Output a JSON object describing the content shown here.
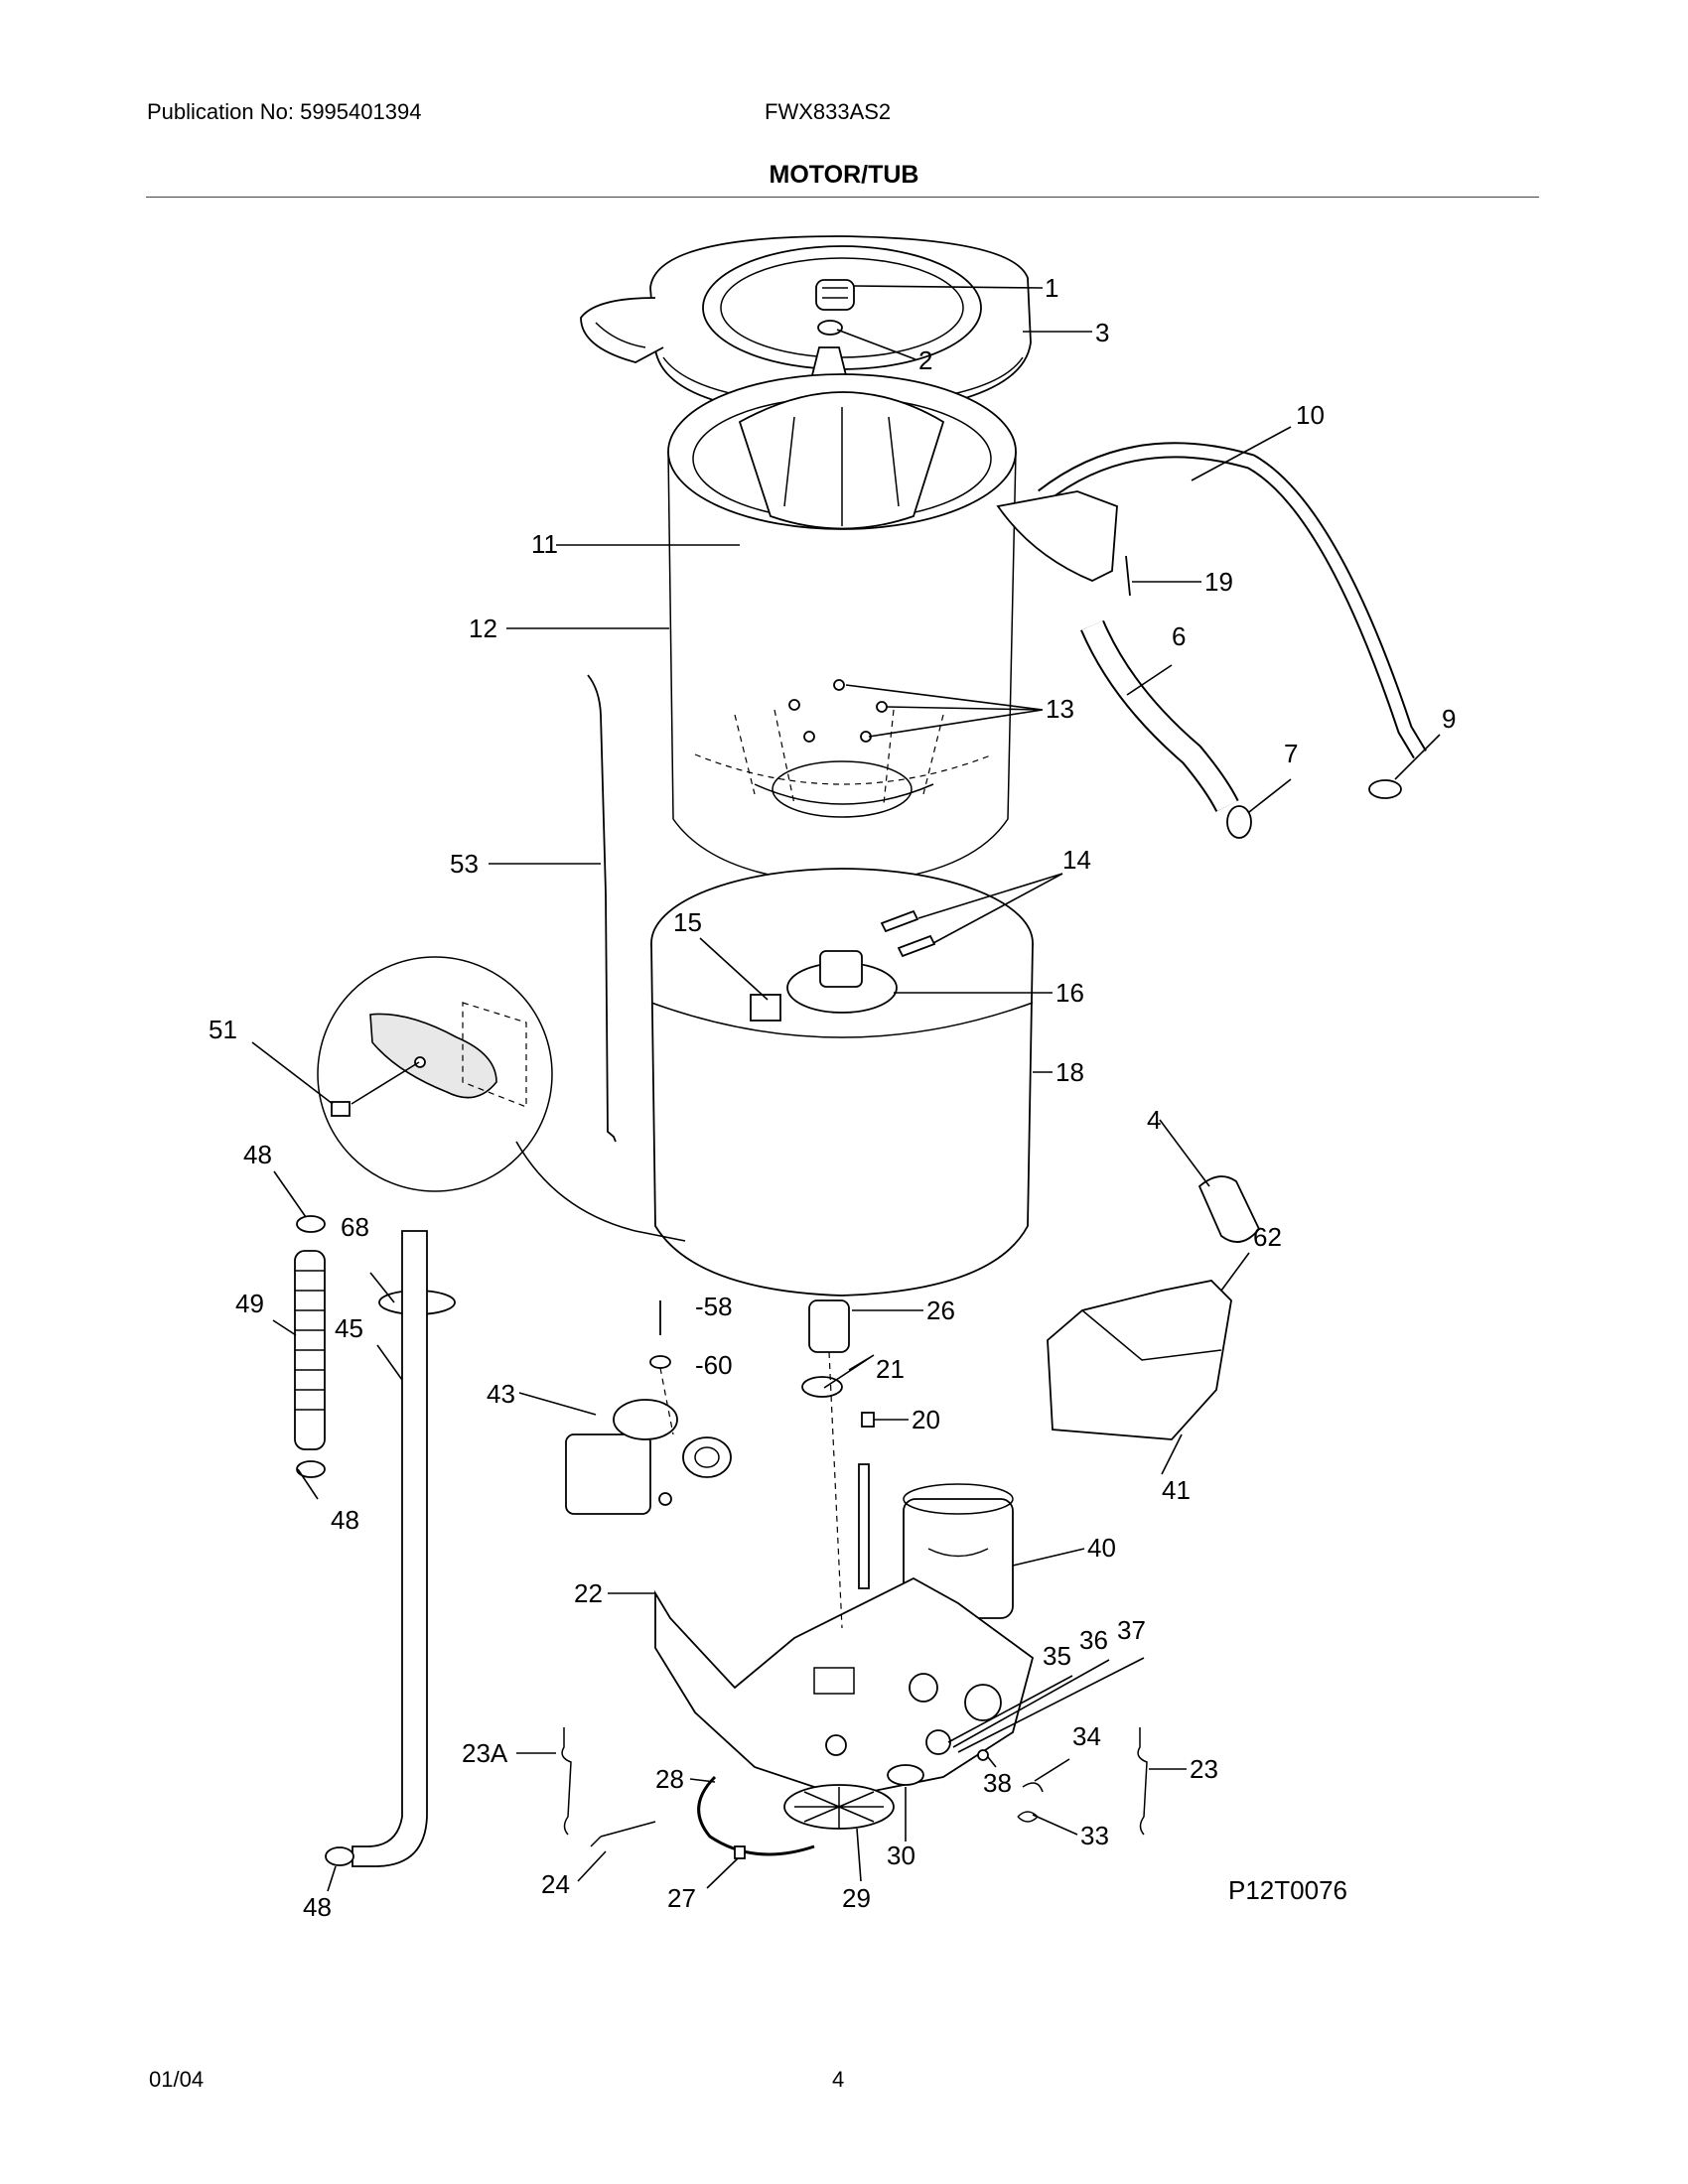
{
  "header": {
    "publication": "Publication No: 5995401394",
    "model": "FWX833AS2",
    "title": "MOTOR/TUB"
  },
  "diagram": {
    "ref_code": "P12T0076",
    "callouts": [
      "1",
      "2",
      "3",
      "10",
      "11",
      "19",
      "12",
      "6",
      "13",
      "9",
      "7",
      "53",
      "14",
      "15",
      "16",
      "51",
      "18",
      "4",
      "48",
      "68",
      "62",
      "49",
      "45",
      "-58",
      "26",
      "-60",
      "21",
      "43",
      "20",
      "48",
      "41",
      "40",
      "22",
      "35",
      "36",
      "37",
      "23A",
      "34",
      "23",
      "28",
      "38",
      "33",
      "24",
      "30",
      "48",
      "27",
      "29"
    ]
  },
  "footer": {
    "date": "01/04",
    "page": "4"
  }
}
